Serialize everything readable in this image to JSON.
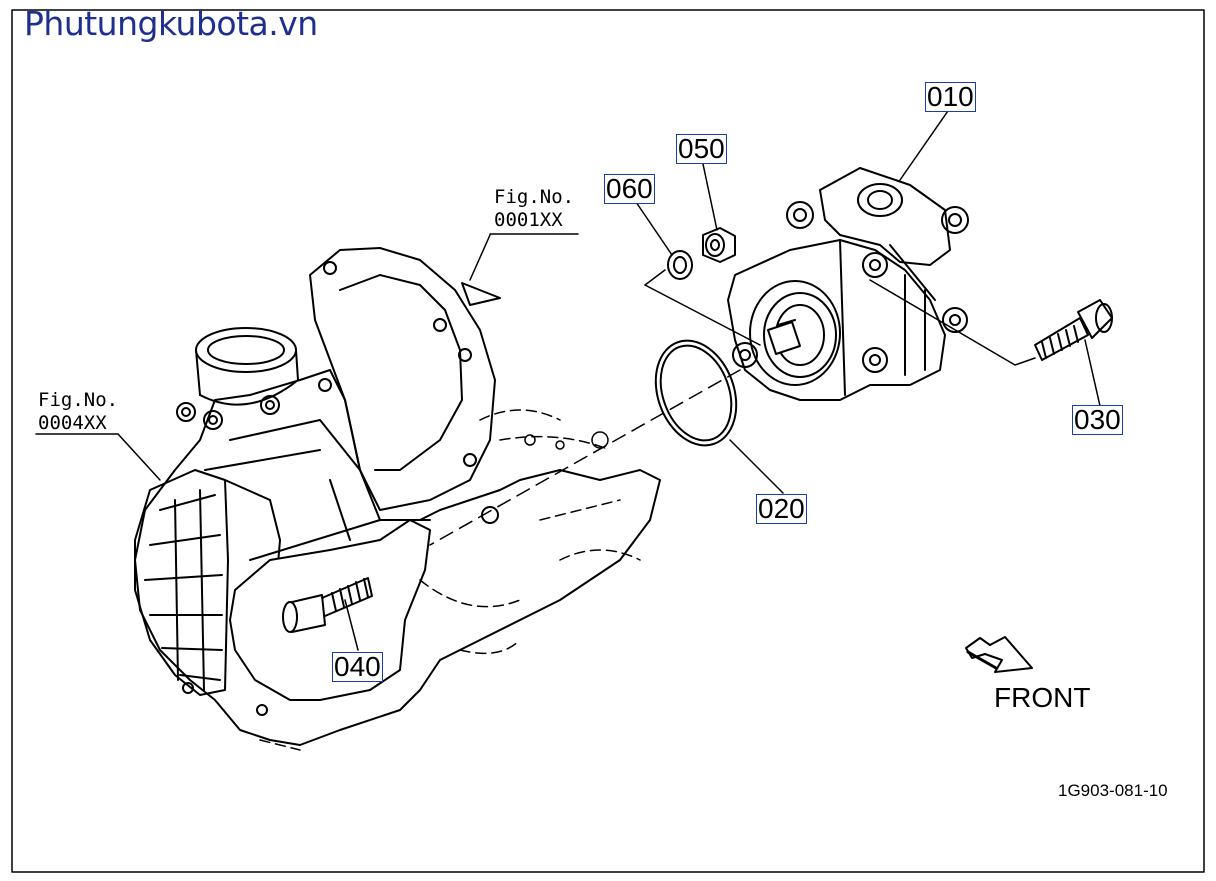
{
  "site_title": "Phutungkubota.vn",
  "fig_refs": [
    {
      "line1": "Fig.No.",
      "line2": "0001XX"
    },
    {
      "line1": "Fig.No.",
      "line2": "0004XX"
    }
  ],
  "part_labels": [
    "010",
    "050",
    "060",
    "020",
    "030",
    "040"
  ],
  "front_label": "FRONT",
  "drawing_code": "1G903-081-10",
  "colors": {
    "label_border": "#1a3ea8",
    "site_title": "#1f2f8f",
    "ink": "#000000"
  }
}
